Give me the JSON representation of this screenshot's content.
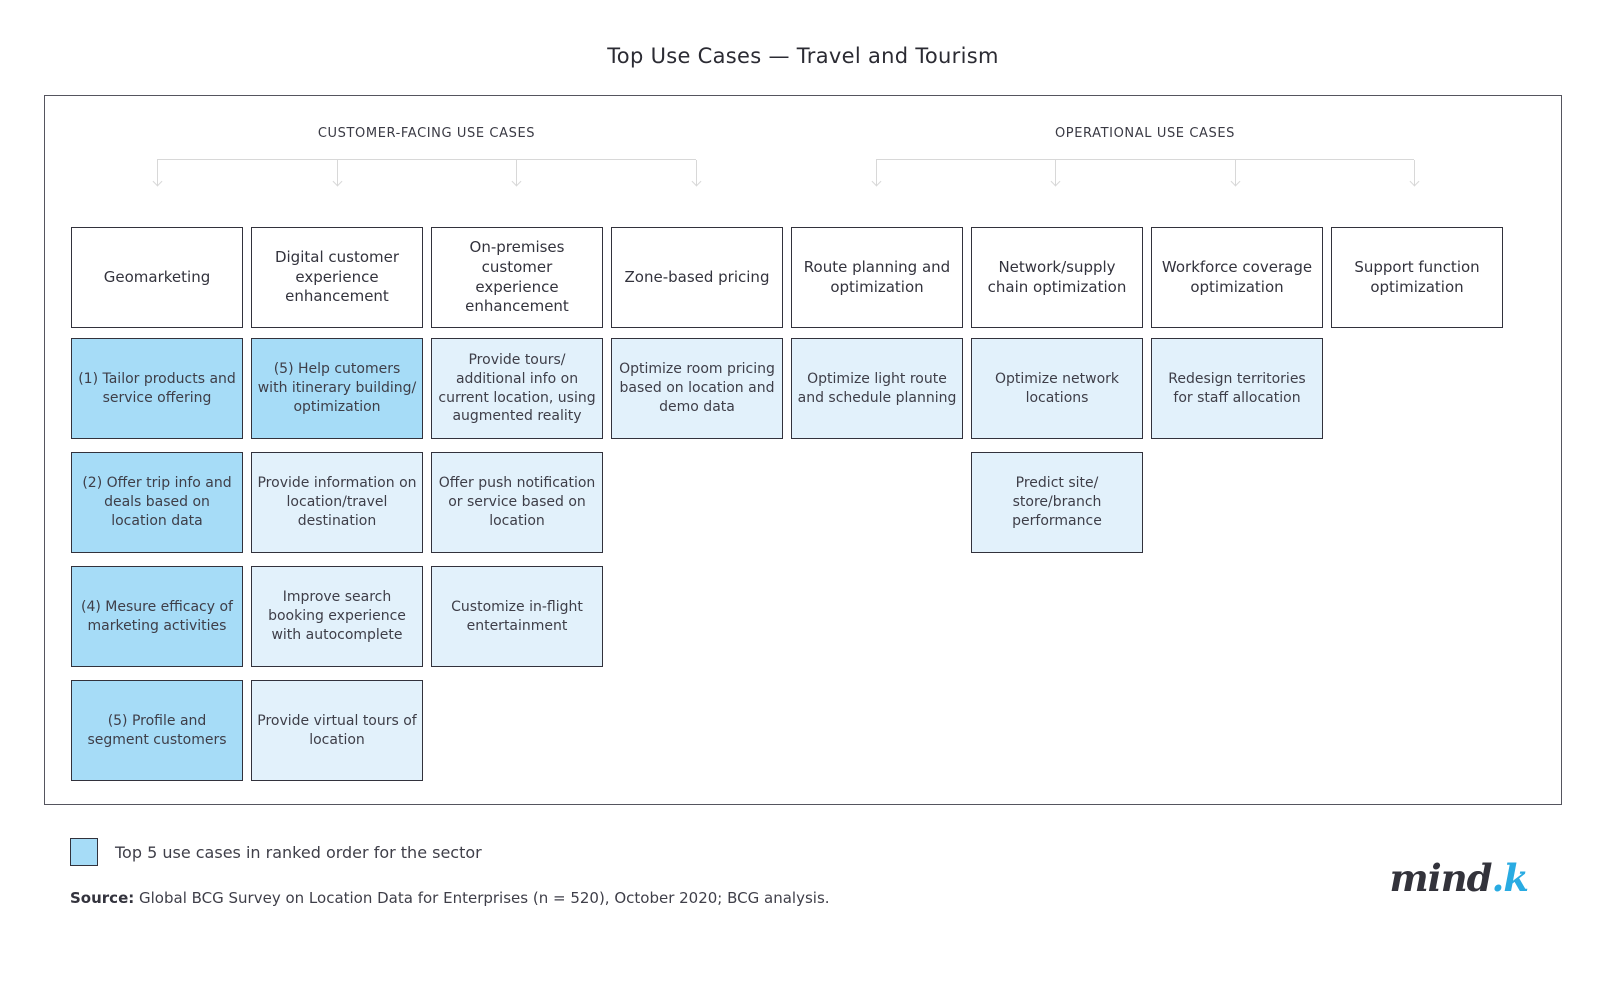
{
  "title": "Top Use Cases — Travel and Tourism",
  "groups": [
    {
      "label": "CUSTOMER-FACING USE CASES"
    },
    {
      "label": "OPERATIONAL USE CASES"
    }
  ],
  "columns": [
    {
      "header": "Geomarketing",
      "group": "customer-facing",
      "cells": [
        {
          "text": "(1) Tailor products and service offering",
          "top5": true
        },
        {
          "text": "(2) Offer trip info and deals based on location data",
          "top5": true
        },
        {
          "text": "(4) Mesure efficacy of marketing activities",
          "top5": true
        },
        {
          "text": "(5) Profile and segment customers",
          "top5": true
        }
      ]
    },
    {
      "header": "Digital customer experience enhancement",
      "group": "customer-facing",
      "cells": [
        {
          "text": "(5) Help cutomers with itinerary building/ optimization",
          "top5": true
        },
        {
          "text": "Provide information on location/travel destination",
          "top5": false
        },
        {
          "text": "Improve search booking experience with autocomplete",
          "top5": false
        },
        {
          "text": "Provide virtual tours of location",
          "top5": false
        }
      ]
    },
    {
      "header": "On-premises customer experience enhancement",
      "group": "customer-facing",
      "cells": [
        {
          "text": "Provide tours/ additional info on current location, using augmented reality",
          "top5": false
        },
        {
          "text": "Offer push notification or service based on location",
          "top5": false
        },
        {
          "text": "Customize in-flight entertainment",
          "top5": false
        }
      ]
    },
    {
      "header": "Zone-based pricing",
      "group": "customer-facing",
      "cells": [
        {
          "text": "Optimize room pricing based on location and demo data",
          "top5": false
        }
      ]
    },
    {
      "header": "Route planning and optimization",
      "group": "operational",
      "cells": [
        {
          "text": "Optimize light route and schedule planning",
          "top5": false
        }
      ]
    },
    {
      "header": "Network/supply chain optimization",
      "group": "operational",
      "cells": [
        {
          "text": "Optimize network locations",
          "top5": false
        },
        {
          "text": "Predict site/ store/branch performance",
          "top5": false
        }
      ]
    },
    {
      "header": "Workforce coverage optimization",
      "group": "operational",
      "cells": [
        {
          "text": "Redesign territories for staff allocation",
          "top5": false
        }
      ]
    },
    {
      "header": "Support function optimization",
      "group": "operational",
      "cells": []
    }
  ],
  "legend": {
    "label": "Top 5 use cases in ranked order for the sector"
  },
  "source": {
    "prefix": "Source:",
    "text": " Global BCG Survey on Location Data for Enterprises (n = 520), October 2020; BCG analysis."
  },
  "logo": {
    "dark": "mind",
    "blue": ".k"
  },
  "colors": {
    "top5_fill": "#a6dcf7",
    "cell_fill": "#e2f1fb",
    "box_border": "#32323c",
    "frame_border": "#55555e",
    "bracket_line": "#d8d8d8",
    "text": "#3e3e48",
    "logo_blue": "#29abe2"
  }
}
